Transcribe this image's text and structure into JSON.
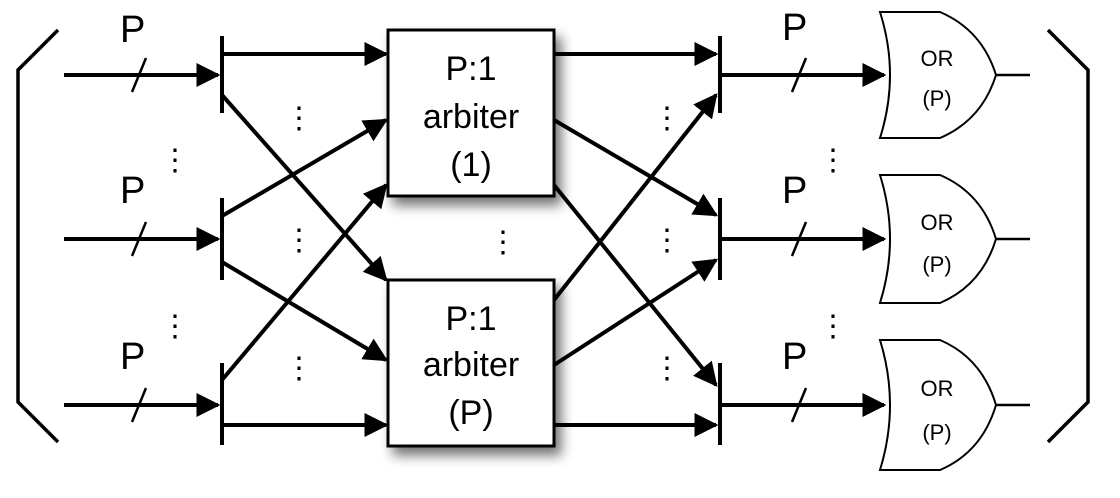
{
  "input_labels": [
    "P",
    "P",
    "P"
  ],
  "output_labels": [
    "P",
    "P",
    "P"
  ],
  "arbiters": [
    {
      "lines": [
        "P:1",
        "arbiter",
        "(1)"
      ]
    },
    {
      "lines": [
        "P:1",
        "arbiter",
        "(P)"
      ]
    }
  ],
  "or_gates": [
    {
      "lines": [
        "OR",
        "(P)"
      ]
    },
    {
      "lines": [
        "OR",
        "(P)"
      ]
    },
    {
      "lines": [
        "OR",
        "(P)"
      ]
    }
  ],
  "ellipsis": "⋮"
}
